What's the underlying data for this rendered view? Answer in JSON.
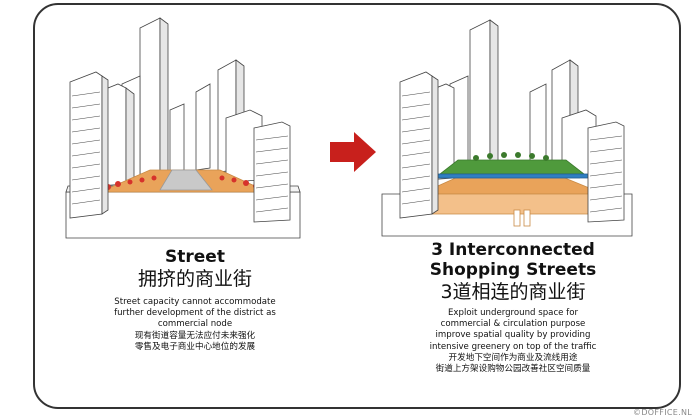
{
  "colors": {
    "frame": "#333333",
    "arrow": "#c8201c",
    "pavement": "#e9a35a",
    "ground": "#f3c08a",
    "greenery": "#4f9a3c",
    "water": "#2f7fc1",
    "building_line": "#444444"
  },
  "arrow_icon": "right-arrow-icon",
  "left_panel": {
    "title_en": "Street",
    "title_cn": "拥挤的商业街",
    "desc_lines": [
      "Street capacity cannot accommodate",
      "further development of the district as",
      "commercial node",
      "现有街道容量无法应付未来强化",
      "零售及电子商业中心地位的发展"
    ]
  },
  "right_panel": {
    "title_en_line1": "3 Interconnected",
    "title_en_line2": "Shopping Streets",
    "title_cn": "3道相连的商业街",
    "desc_lines": [
      "Exploit underground space for",
      "commercial & circulation purpose",
      "improve spatial quality by providing",
      "intensive greenery on top of the traffic",
      "开发地下空间作为商业及流线用途",
      "街道上方架设购物公园改善社区空间质量"
    ]
  },
  "credit": "©DOFFICE.NL"
}
